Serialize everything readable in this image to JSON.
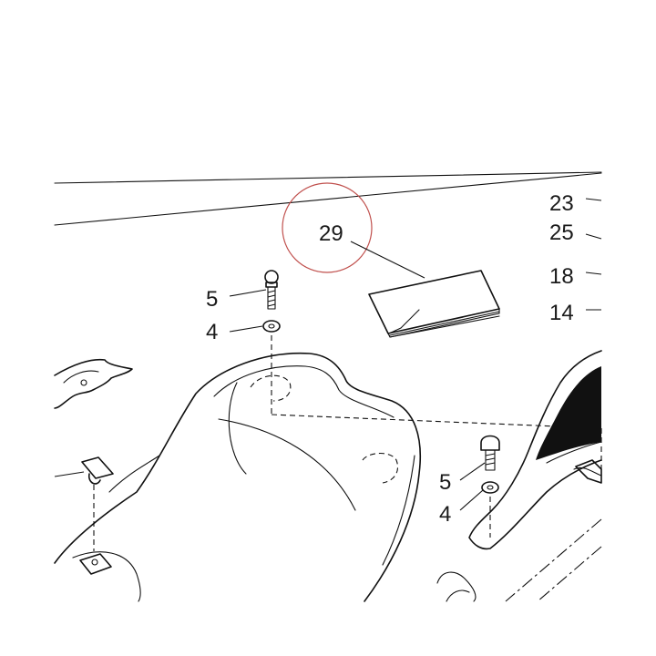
{
  "callouts": {
    "c23": "23",
    "c25": "25",
    "c18": "18",
    "c14": "14",
    "c29": "29",
    "c5_left": "5",
    "c4_left": "4",
    "c5_right": "5",
    "c4_right": "4"
  },
  "highlight_color": "#c0504d",
  "line_color": "#111111"
}
